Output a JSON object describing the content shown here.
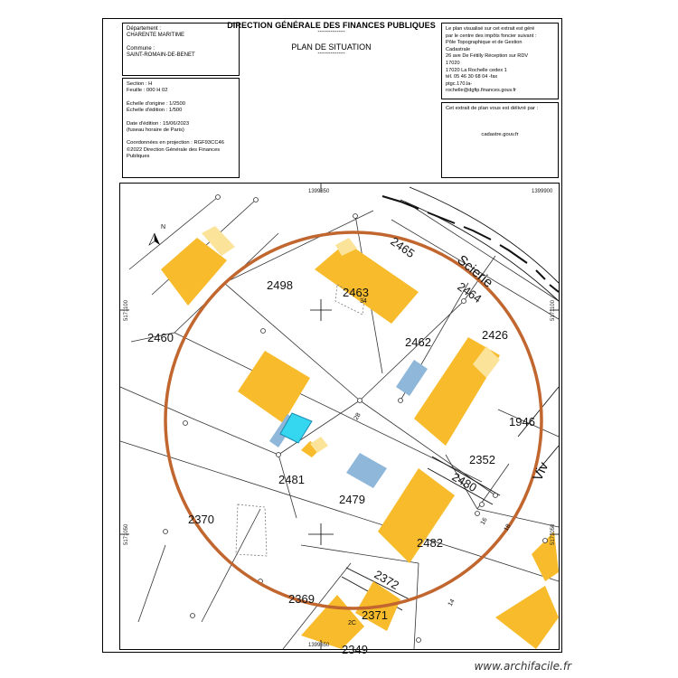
{
  "header": {
    "left": {
      "departement_label": "Département :",
      "departement": "CHARENTE MARITIME",
      "commune_label": "Commune :",
      "commune": "SAINT-ROMAIN-DE-BENET"
    },
    "center": {
      "title": "DIRECTION GÉNÉRALE DES FINANCES PUBLIQUES",
      "dash1": "-------------",
      "subtitle": "PLAN DE SITUATION",
      "dash2": "-------------"
    },
    "right": {
      "l1": "Le plan visualisé sur cet extrait est géré",
      "l2": "par le centre des impôts foncier suivant :",
      "l3": "Pôle Topographique et de Gestion",
      "l4": "Cadastrale",
      "l5": "26 ave De Fétilly Réception sur RDV",
      "l6": "17020",
      "l7": "17020 La Rochelle cedex 1",
      "l8": "tél. 05 46 30 68 04 -fax",
      "l9": "ptgc.170.la-",
      "l10": "rochelle@dgfip.finances.gouv.fr"
    }
  },
  "info": {
    "section": "Section : H",
    "feuille": "Feuille : 000 H 02",
    "echelle_origine": "Échelle d'origine : 1/2500",
    "echelle_edition": "Échelle d'édition : 1/500",
    "date_edition": "Date d'édition : 15/06/2023",
    "fuseau": "(fuseau horaire de Paris)",
    "projection": "Coordonnées en projection : RGF93CC46",
    "copyright1": "©2022 Direction Générale des Finances",
    "copyright2": "Publiques"
  },
  "delivery": {
    "text": "Cet extrait de plan vous est délivré par :",
    "site": "cadastre.gouv.fr"
  },
  "map": {
    "coords": {
      "top_left": "1399850",
      "top_right": "1399900",
      "bottom_left": "1399850",
      "left_top": "5171100",
      "left_bottom": "5171050",
      "right_top": "5171100",
      "right_bottom": "5171050"
    },
    "north": "N",
    "streets": {
      "scierie": "Scierie",
      "viv": "Viv"
    },
    "parcels": [
      "2465",
      "2464",
      "2498",
      "2463",
      "2460",
      "2462",
      "2426",
      "1946",
      "2352",
      "2480",
      "2481",
      "2479",
      "2370",
      "2482",
      "2372",
      "2369",
      "2371",
      "2349"
    ],
    "numbers": [
      "34",
      "28",
      "18",
      "16",
      "14",
      "2C"
    ],
    "colors": {
      "building": "#f7bb2b",
      "building_light": "#fbe39a",
      "annex": "#8fb7d9",
      "pool": "#35d6f0",
      "circle": "#c0662e"
    }
  },
  "watermark": "www.archifacile.fr"
}
